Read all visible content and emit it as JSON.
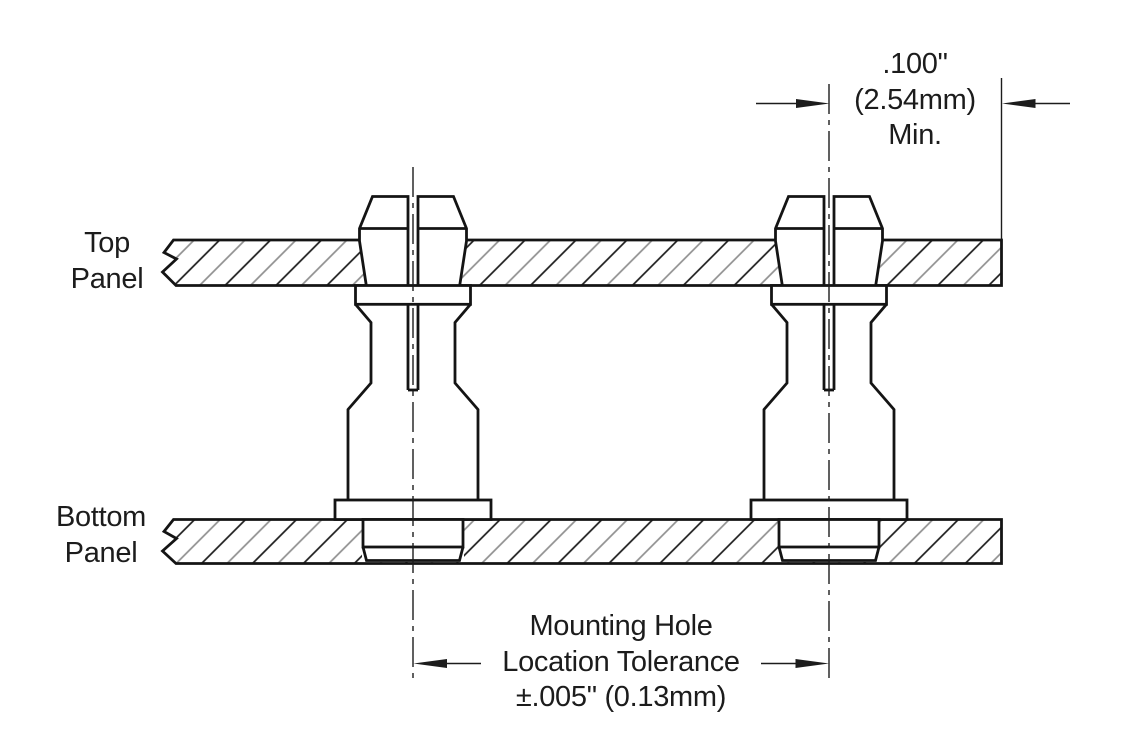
{
  "drawing": {
    "type": "cross-section engineering drawing of two snap-in dual panel fasteners joining two panels"
  },
  "labels": {
    "top_panel": {
      "lines": [
        "Top",
        "Panel"
      ]
    },
    "bottom_panel": {
      "lines": [
        "Bottom",
        "Panel"
      ]
    }
  },
  "dimensions": {
    "edge_min": {
      "lines": [
        ".100\"",
        "(2.54mm)",
        "Min."
      ]
    },
    "hole_tolerance": {
      "lines": [
        "Mounting Hole",
        "Location Tolerance",
        "±.005\" (0.13mm)"
      ]
    }
  },
  "colors": {
    "line": "#141414",
    "thin_line": "#1c1c1c",
    "hatch_dark": "#1a1a1a",
    "hatch_light": "#8f8f8f",
    "background": "#ffffff"
  }
}
